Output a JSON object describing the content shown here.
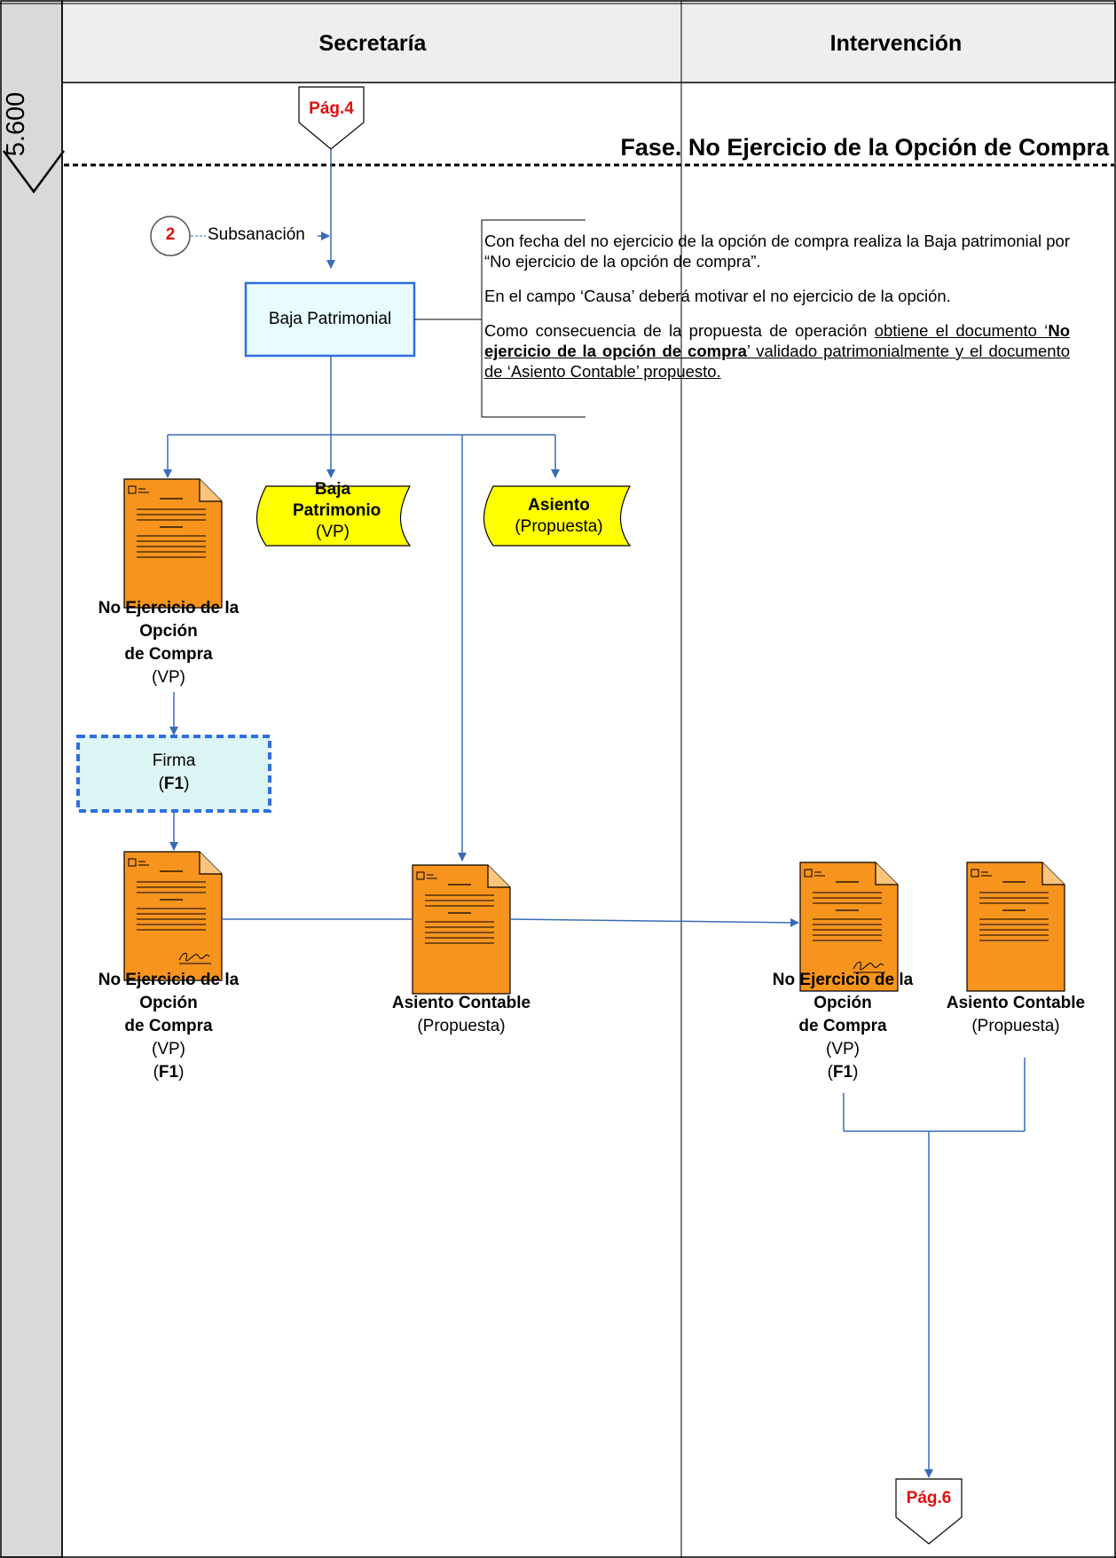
{
  "lanes": {
    "left": "Secretaría",
    "right": "Intervención"
  },
  "side_code": "5.600",
  "phase_title": "Fase. No Ejercicio de la Opción de Compra",
  "connectors": {
    "from_page": "Pág.4",
    "to_page": "Pág.6",
    "circle": "2",
    "subsanacion": "Subsanación"
  },
  "process": {
    "baja": "Baja Patrimonial"
  },
  "note": {
    "p1": "Con fecha del no ejercicio de la opción de compra realiza la Baja patrimonial por “No ejercicio de la opción de compra”.",
    "p2": "En el campo ‘Causa’ deberá motivar el no ejercicio de la opción.",
    "p3_a": "Como consecuencia de la propuesta de operación ",
    "p3_u1": "obtiene el documento ‘",
    "p3_bold": "No ejercicio de la opción de compra",
    "p3_u2": "’ validado patrimonialmente y el documento de ‘Asiento Contable’ propuesto."
  },
  "data_stores": {
    "baja_title": "Baja Patrimonio",
    "baja_sub": "(VP)",
    "asiento_title": "Asiento",
    "asiento_sub": "(Propuesta)"
  },
  "docs": {
    "doc1": {
      "l1": "No Ejercicio de la",
      "l2": "Opción",
      "l3": "de Compra",
      "l4": "(VP)"
    },
    "firma": {
      "l1": "Firma",
      "l2": "F1",
      "open": "(",
      "close": ")"
    },
    "doc2": {
      "l1": "No Ejercicio de la",
      "l2": "Opción",
      "l3": "de Compra",
      "l4": "(VP)",
      "l5": "F1",
      "open": "(",
      "close": ")"
    },
    "doc3": {
      "l1": "Asiento Contable",
      "l2": "(Propuesta)"
    },
    "doc4": {
      "l1": "No Ejercicio de la",
      "l2": "Opción",
      "l3": "de Compra",
      "l4": "(VP)",
      "l5": "F1",
      "open": "(",
      "close": ")"
    },
    "doc5": {
      "l1": "Asiento Contable",
      "l2": "(Propuesta)"
    }
  },
  "colors": {
    "doc_fill": "#f7941d",
    "store_fill": "#ffff00",
    "process_fill": "#e8fbff",
    "process_border": "#2e6fe0",
    "firma_fill": "#dcf5f5",
    "line": "#3a6bb8",
    "side_bg": "#d9d9d9",
    "header_bg": "#eeeeee",
    "red": "#e01010"
  }
}
